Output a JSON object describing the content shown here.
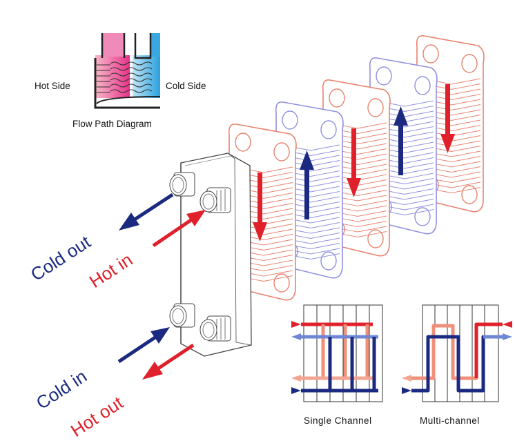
{
  "inset": {
    "hot_label": "Hot Side",
    "cold_label": "Cold Side",
    "caption": "Flow Path Diagram"
  },
  "flows": {
    "cold_out": "Cold out",
    "hot_in": "Hot in",
    "cold_in": "Cold in",
    "hot_out": "Hot out"
  },
  "channels": {
    "single_label": "Single Channel",
    "multi_label": "Multi-channel"
  },
  "colors": {
    "hot": "#e0202a",
    "hot_light": "#f08f7a",
    "cold": "#1b2a80",
    "cold_light": "#6f86d6",
    "plate_hot": "#e8826e",
    "plate_cold": "#8f8fe0",
    "frame": "#555555"
  },
  "plates": [
    {
      "side": "hot",
      "flow": "down"
    },
    {
      "side": "cold",
      "flow": "up"
    },
    {
      "side": "hot",
      "flow": "down"
    },
    {
      "side": "cold",
      "flow": "up"
    },
    {
      "side": "hot",
      "flow": "down"
    }
  ]
}
